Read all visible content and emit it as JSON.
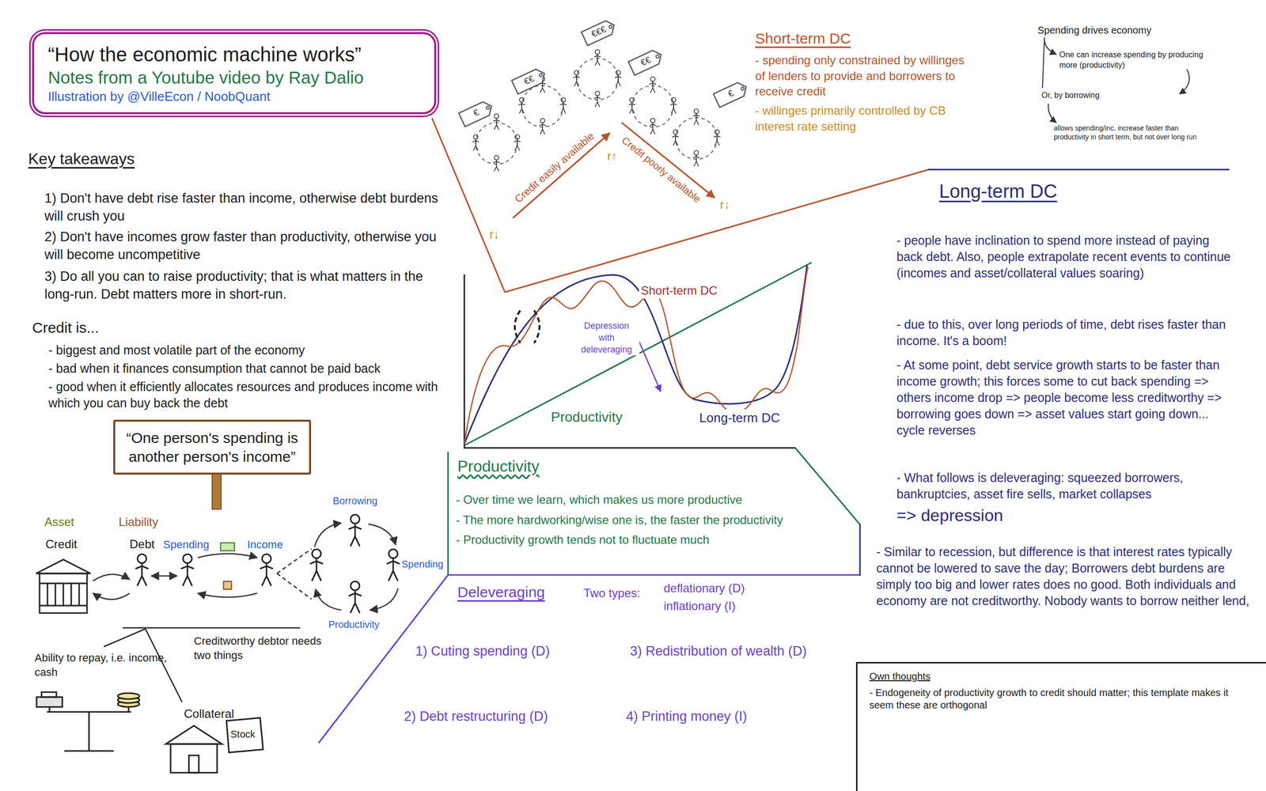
{
  "diagram": {
    "nodes": [
      {
        "text": [
          "“How the economic machine works”",
          "Notes from a Youtube video by Ray Dalio",
          "Illustration by @VilleEcon / NoobQuant"
        ]
      },
      {
        "text": [
          "“One person's spending is another person's income”"
        ]
      },
      {
        "text": [
          "Own thoughts",
          "- Endogeneity of productivity growth to credit should matter; this template makes it seem these are orthogonal"
        ]
      }
    ],
    "labels": [
      "Key takeaways",
      "1) Don't have debt rise faster than income, otherwise debt burdens will crush you",
      "2) Don't have incomes grow faster than productivity, otherwise you will become uncompetitive",
      "3) Do all you can to raise productivity; that is what matters in the long-run. Debt matters more in short-run.",
      "Credit is...",
      "- biggest and most volatile part of the economy",
      "- bad when it finances consumption that cannot be paid back",
      "- good when it efficiently allocates resources and produces income with which you can buy back the debt",
      "Asset",
      "Liability",
      "Credit",
      "Debt",
      "Spending",
      "Income",
      "Borrowing",
      "Spending",
      "Productivity",
      "Creditworthy debtor needs two things",
      "Ability to repay, i.e. income, cash",
      "Collateral",
      "Stock",
      "€",
      "€€",
      "€€€",
      "€€",
      "€",
      "Credit easily available",
      "Credit poorly available",
      "r↓",
      "r↑",
      "r↓",
      "Short-term DC",
      "- spending only constrained by willinges of lenders to provide and borrowers to receive credit",
      "- willinges primarily controlled by CB interest rate setting",
      "Spending drives economy",
      "One can increase spending by producing more (productivity)",
      "Or, by borrowing",
      "allows spending/inc. increase faster than productivity in short term, but not over long run",
      "Short-term DC",
      "Depression with deleveraging",
      "Productivity",
      "Long-term DC",
      "Productivity",
      "- Over time we learn, which makes us more productive",
      "- The more hardworking/wise one is, the faster the productivity",
      "- Productivity growth tends not to fluctuate much",
      "Deleveraging",
      "Two types:",
      "deflationary (D)",
      "inflationary (I)",
      "1) Cuting spending (D)",
      "3) Redistribution of wealth (D)",
      "2) Debt restructuring (D)",
      "4) Printing money (I)",
      "Long-term DC",
      "- people have inclination to spend more instead of paying back debt. Also, people extrapolate recent events to continue (incomes and asset/collateral values soaring)",
      "- due to this, over long periods of time, debt rises faster than income. It's a boom!",
      "- At some point, debt service growth starts to be faster than income growth; this forces some to cut back spending => others income drop => people become less creditworthy => borrowing goes down => asset values start going down... cycle reverses",
      "- What follows is deleveraging: squeezed borrowers, bankruptcies, asset fire sells, market collapses",
      "=> depression",
      "- Similar to recession, but difference is that interest rates typically cannot be lowered to save the day; Borrowers debt burdens are simply too big and lower rates does no good. Both individuals and economy are not creditworthy. Nobody wants to borrow neither lend,"
    ]
  }
}
